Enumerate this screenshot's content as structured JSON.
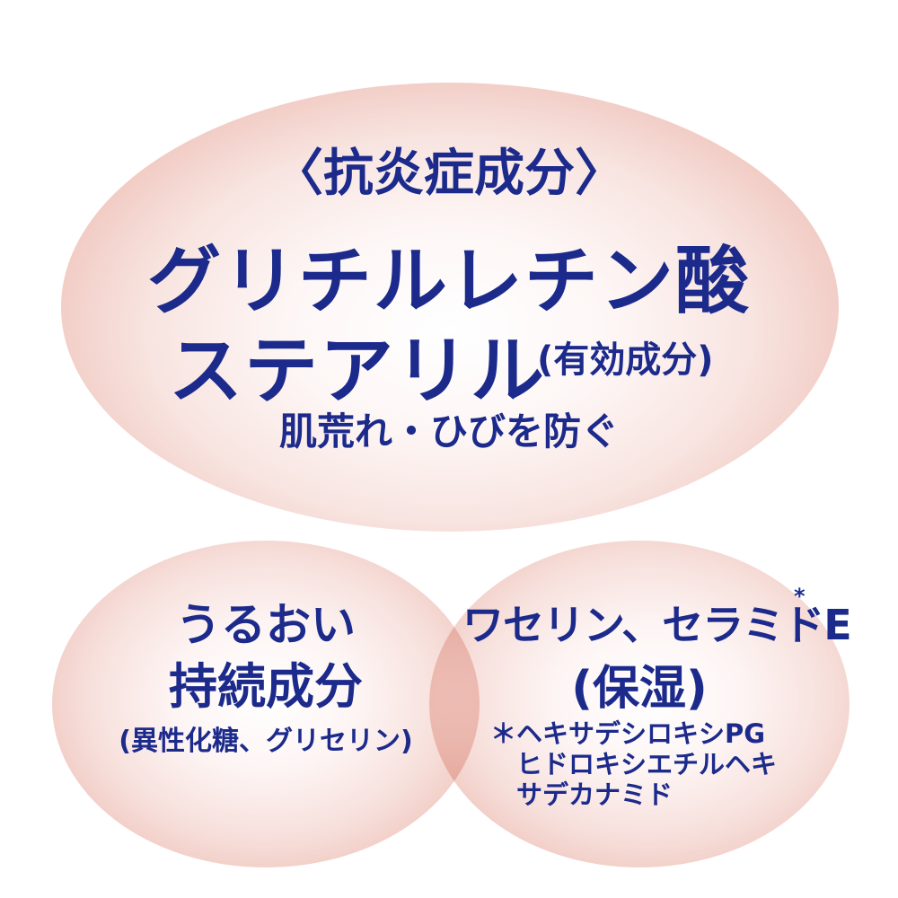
{
  "top_oval": {
    "category": "〈抗炎症成分〉",
    "name_line1": "グリチルレチン酸",
    "name_line2": "ステアリル",
    "name_note": "(有効成分)",
    "effect": "肌荒れ・ひびを防ぐ"
  },
  "left_oval": {
    "line1": "うるおい",
    "line2": "持続成分",
    "note": "(異性化糖、グリセリン)"
  },
  "right_oval": {
    "line1": "ワセリン、セラミドE",
    "asterisk": "*",
    "line2": "(保湿)",
    "footnote": "＊ヘキサデシロキシPG\n　ヒドロキシエチルヘキ\n　サデカナミド"
  },
  "colors": {
    "text": "#1c2a8c",
    "oval_edge": "#e6a99e",
    "oval_center": "#ffffff"
  }
}
